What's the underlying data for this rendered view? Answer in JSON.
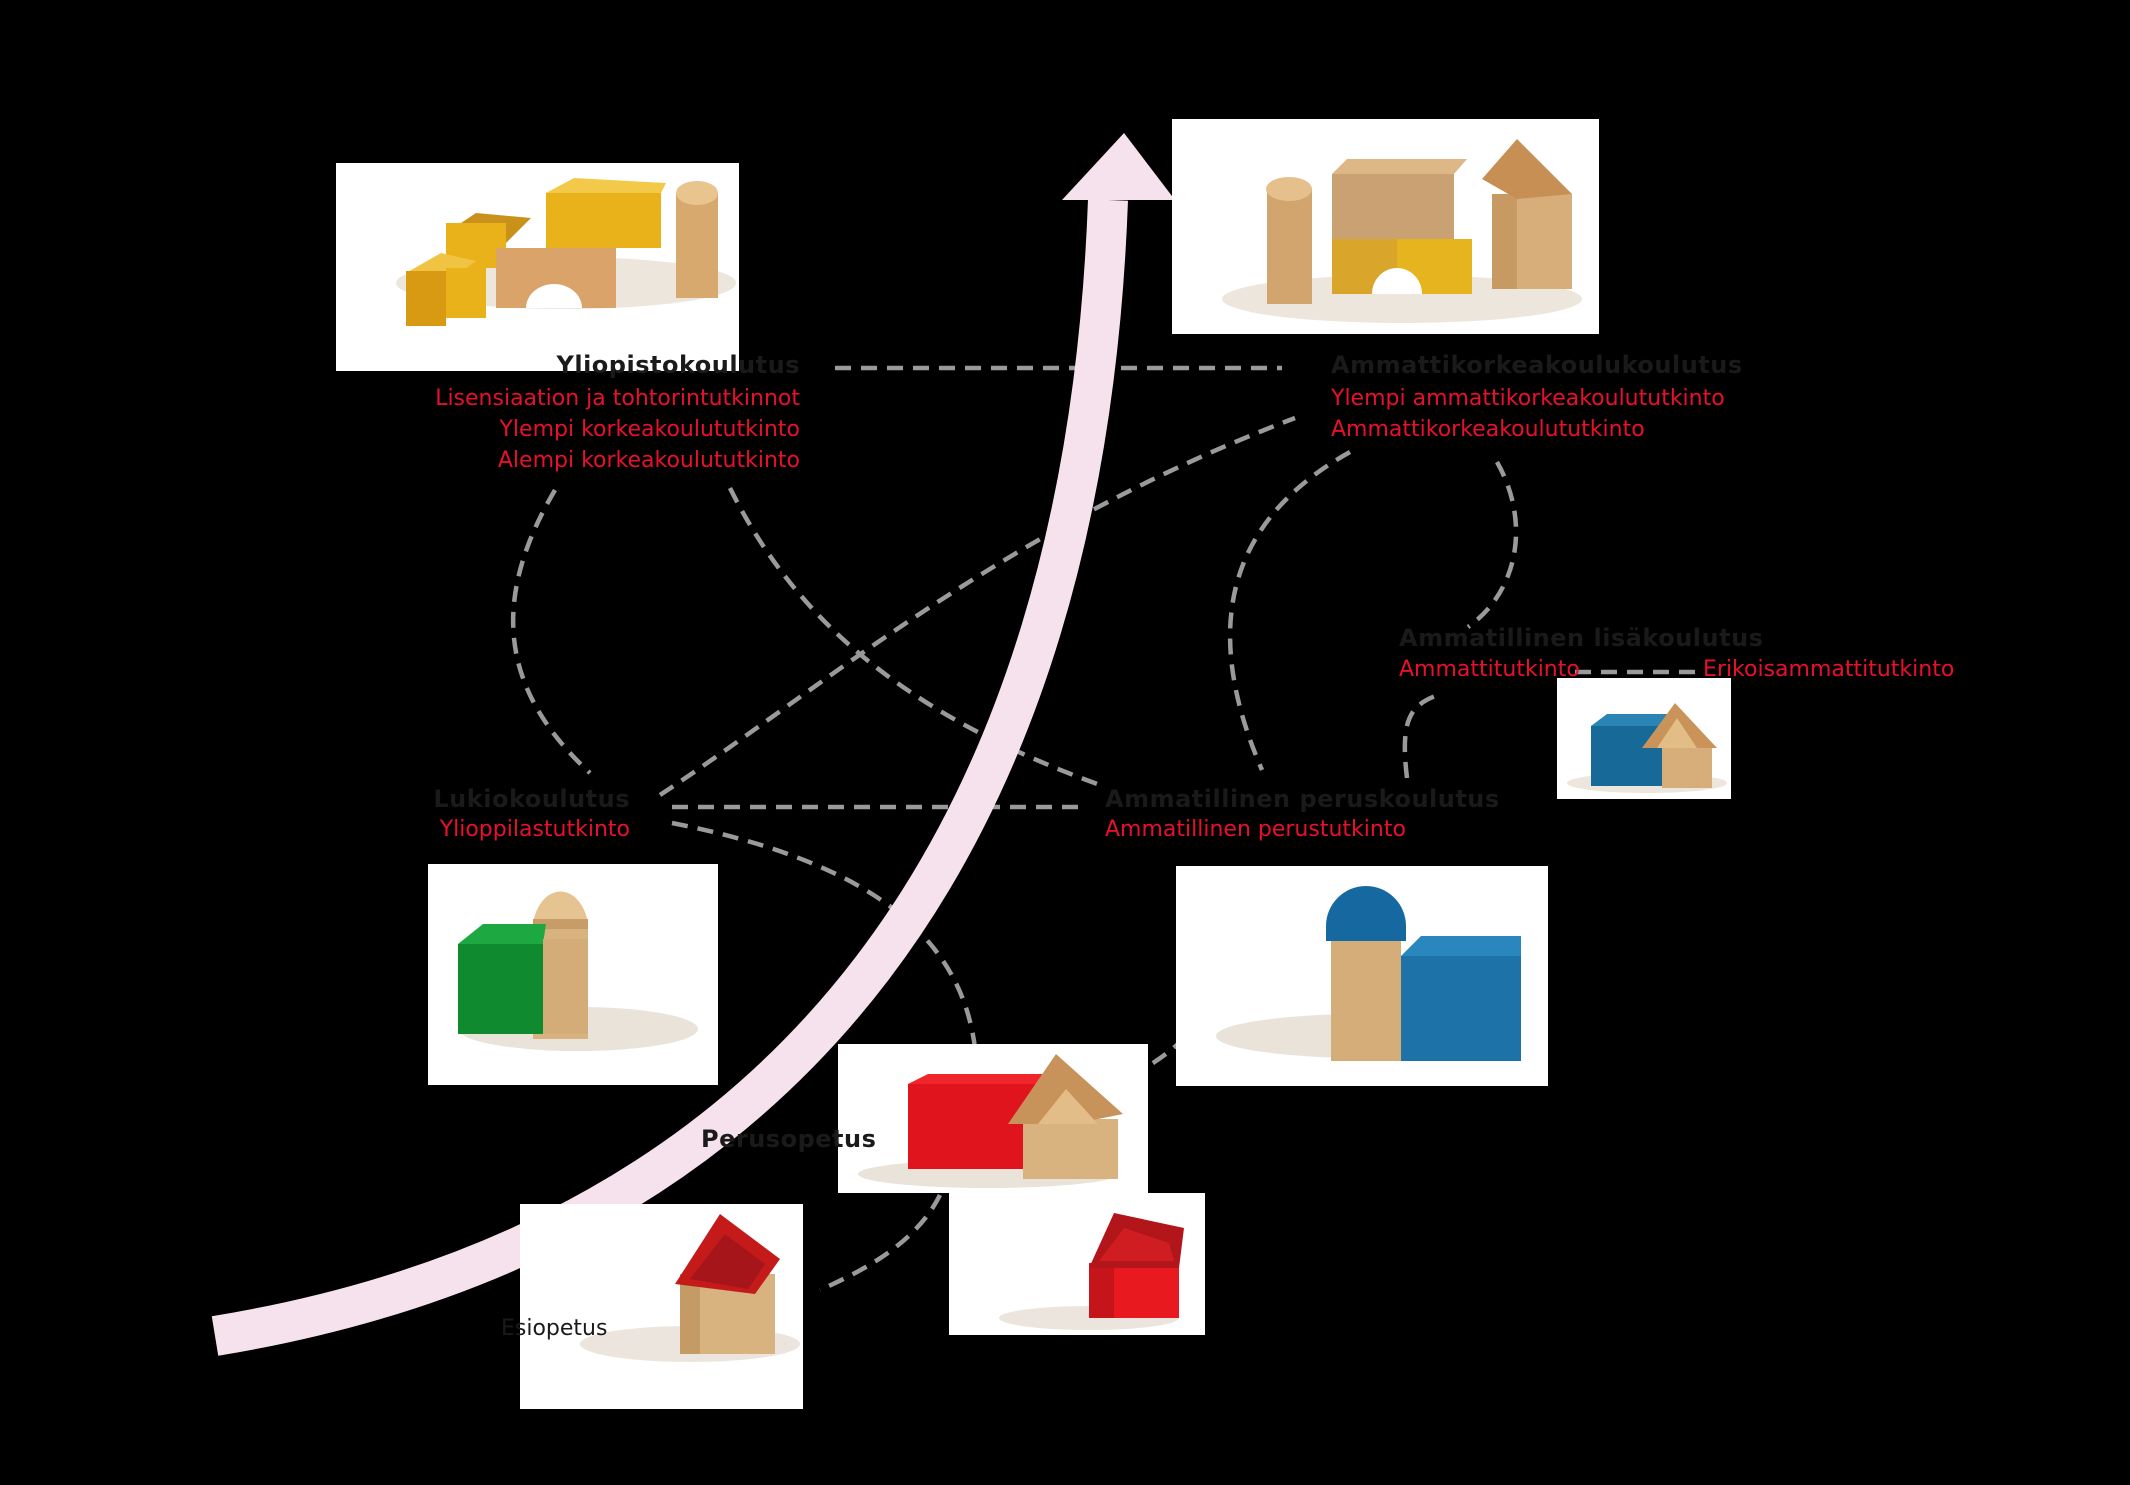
{
  "colors": {
    "background": "#000000",
    "title": "#1a1a1a",
    "subtitle": "#e8102a",
    "connector": "#9a9a9a",
    "arrow": "#f6e2ec"
  },
  "nodes": {
    "yliopisto": {
      "title": "Yliopistokoulutus",
      "degrees": [
        "Lisensiaation ja tohtorintutkinnot",
        "Ylempi korkeakoulututkinto",
        "Alempi korkeakoulututkinto"
      ]
    },
    "amk": {
      "title": "Ammattikorkeakoulukoulutus",
      "degrees": [
        "Ylempi ammattikorkeakoulututkinto",
        "Ammattikorkeakoulututkinto"
      ]
    },
    "lisakoulutus": {
      "title": "Ammatillinen lisäkoulutus",
      "degrees": [
        "Ammattitutkinto",
        "Erikoisammattitutkinto"
      ]
    },
    "lukio": {
      "title": "Lukiokoulutus",
      "degrees": [
        "Ylioppilastutkinto"
      ]
    },
    "peruskoulutus": {
      "title": "Ammatillinen peruskoulutus",
      "degrees": [
        "Ammatillinen perustutkinto"
      ]
    },
    "perusopetus": {
      "title": "Perusopetus"
    },
    "esiopetus": {
      "title": "Esiopetus"
    }
  },
  "images": [
    {
      "name": "yellow-blocks-house",
      "colors": [
        "#e9b21b",
        "#d9a36a"
      ]
    },
    {
      "name": "wooden-yellow-blocks-building",
      "colors": [
        "#c9a173",
        "#e6b41f"
      ]
    },
    {
      "name": "blue-wooden-house",
      "colors": [
        "#176a97",
        "#d7ad7a"
      ]
    },
    {
      "name": "green-block-with-cylinder",
      "colors": [
        "#0f8a2f",
        "#d8b27f"
      ]
    },
    {
      "name": "blue-blocks-with-cylinder",
      "colors": [
        "#1668a0",
        "#d4ad79"
      ]
    },
    {
      "name": "red-block-wooden-house",
      "colors": [
        "#e0141c",
        "#d8b27f"
      ]
    },
    {
      "name": "red-house-block",
      "colors": [
        "#e81a20",
        "#b3161a"
      ]
    },
    {
      "name": "wooden-house-red-roof",
      "colors": [
        "#c41a1a",
        "#d8b27f"
      ]
    }
  ]
}
